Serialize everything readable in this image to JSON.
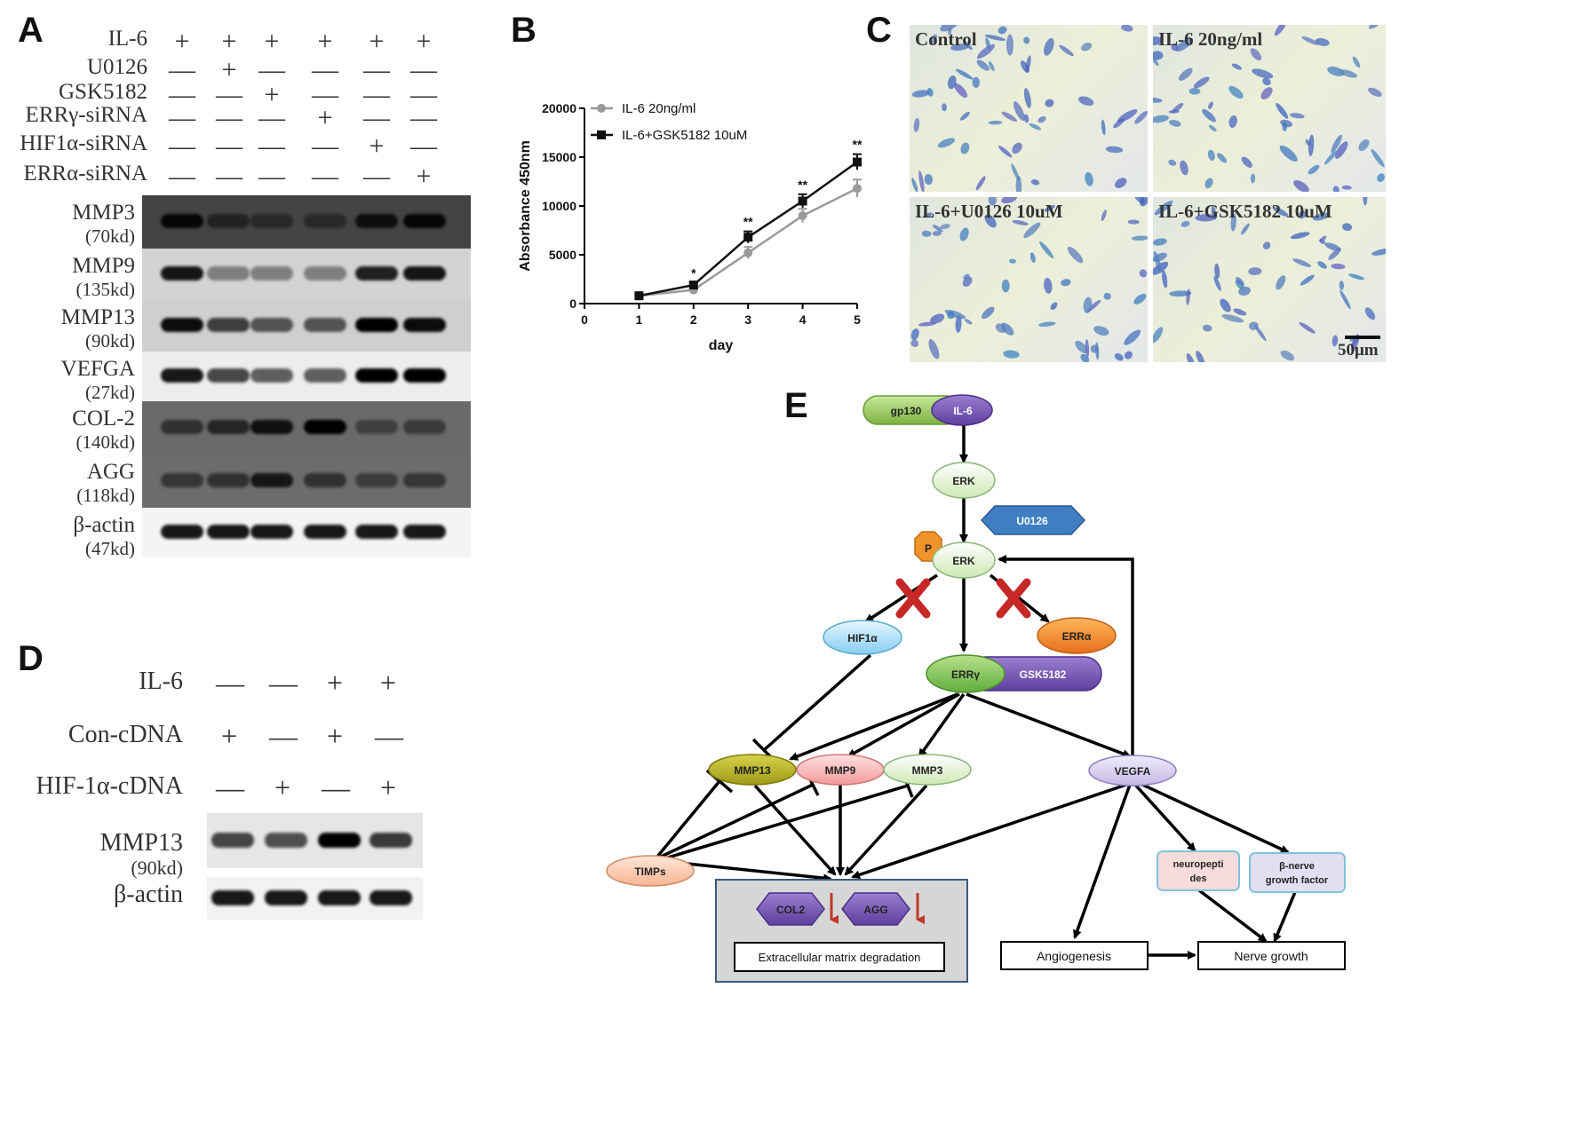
{
  "panels": {
    "a": "A",
    "b": "B",
    "c": "C",
    "d": "D",
    "e": "E"
  },
  "panel_a": {
    "treatments": [
      {
        "label": "IL-6",
        "signs": [
          "+",
          "+",
          "+",
          "+",
          "+",
          "+"
        ]
      },
      {
        "label": "U0126",
        "signs": [
          "—",
          "+",
          "—",
          "—",
          "—",
          "—"
        ]
      },
      {
        "label": "GSK5182",
        "signs": [
          "—",
          "—",
          "+",
          "—",
          "—",
          "—"
        ]
      },
      {
        "label": "ERRγ-siRNA",
        "signs": [
          "—",
          "—",
          "—",
          "+",
          "—",
          "—"
        ]
      },
      {
        "label": "HIF1α-siRNA",
        "signs": [
          "—",
          "—",
          "—",
          "—",
          "+",
          "—"
        ]
      },
      {
        "label": "ERRα-siRNA",
        "signs": [
          "—",
          "—",
          "—",
          "—",
          "—",
          "+"
        ]
      }
    ],
    "blots": [
      {
        "name": "MMP3",
        "kd": "(70kd)"
      },
      {
        "name": "MMP9",
        "kd": "(135kd)"
      },
      {
        "name": "MMP13",
        "kd": "(90kd)"
      },
      {
        "name": "VEFGA",
        "kd": "(27kd)"
      },
      {
        "name": "COL-2",
        "kd": "(140kd)"
      },
      {
        "name": "AGG",
        "kd": "(118kd)"
      },
      {
        "name": "β-actin",
        "kd": "(47kd)"
      }
    ]
  },
  "chart_data": {
    "type": "line",
    "xlabel": "day",
    "ylabel": "Absorbance 450nm",
    "xlim": [
      0,
      5
    ],
    "ylim": [
      0,
      20000
    ],
    "x_ticks": [
      "0",
      "1",
      "2",
      "3",
      "4",
      "5"
    ],
    "y_ticks": [
      "0",
      "5000",
      "10000",
      "15000",
      "20000"
    ],
    "legend_position": "top-left",
    "grid": false,
    "series": [
      {
        "name": "IL-6 20ng/ml",
        "color": "#9a9a9a",
        "x": [
          1,
          2,
          3,
          4,
          5
        ],
        "y": [
          800,
          1400,
          5200,
          9000,
          11800
        ],
        "err": [
          150,
          250,
          600,
          700,
          900
        ]
      },
      {
        "name": "IL-6+GSK5182 10uM",
        "color": "#111111",
        "x": [
          1,
          2,
          3,
          4,
          5
        ],
        "y": [
          800,
          1900,
          6800,
          10500,
          14500
        ],
        "err": [
          150,
          250,
          600,
          700,
          800
        ]
      }
    ],
    "annotations": [
      {
        "x": 2,
        "text": "*"
      },
      {
        "x": 3,
        "text": "**"
      },
      {
        "x": 4,
        "text": "**"
      },
      {
        "x": 5,
        "text": "**"
      }
    ]
  },
  "panel_c": {
    "images": [
      "Control",
      "IL-6 20ng/ml",
      "IL-6+U0126 10uM",
      "IL-6+GSK5182 10uM"
    ],
    "scale_bar": "50μm"
  },
  "panel_d": {
    "treatments": [
      {
        "label": "IL-6",
        "signs": [
          "—",
          "—",
          "+",
          "+"
        ]
      },
      {
        "label": "Con-cDNA",
        "signs": [
          "+",
          "—",
          "+",
          "—"
        ]
      },
      {
        "label": "HIF-1α-cDNA",
        "signs": [
          "—",
          "+",
          "—",
          "+"
        ]
      }
    ],
    "blots": [
      {
        "name": "MMP13",
        "kd": "(90kd)"
      },
      {
        "name": "β-actin",
        "kd": ""
      }
    ]
  },
  "panel_e": {
    "nodes": {
      "gp130": "gp130",
      "il6": "IL-6",
      "erk": "ERK",
      "u0126": "U0126",
      "p": "P",
      "perk": "ERK",
      "hif1a": "HIF1α",
      "erra": "ERRα",
      "errg": "ERRγ",
      "gsk5182": "GSK5182",
      "mmp13": "MMP13",
      "mmp9": "MMP9",
      "mmp3": "MMP3",
      "vegfa": "VEGFA",
      "timps": "TIMPs",
      "neuro1": "neuropepti",
      "neuro2": "des",
      "ngf1": "β-nerve",
      "ngf2": "growth factor",
      "col2": "COL2",
      "agg": "AGG",
      "ecm": "Extracellular matrix degradation",
      "angio": "Angiogenesis",
      "nerve": "Nerve growth"
    }
  }
}
